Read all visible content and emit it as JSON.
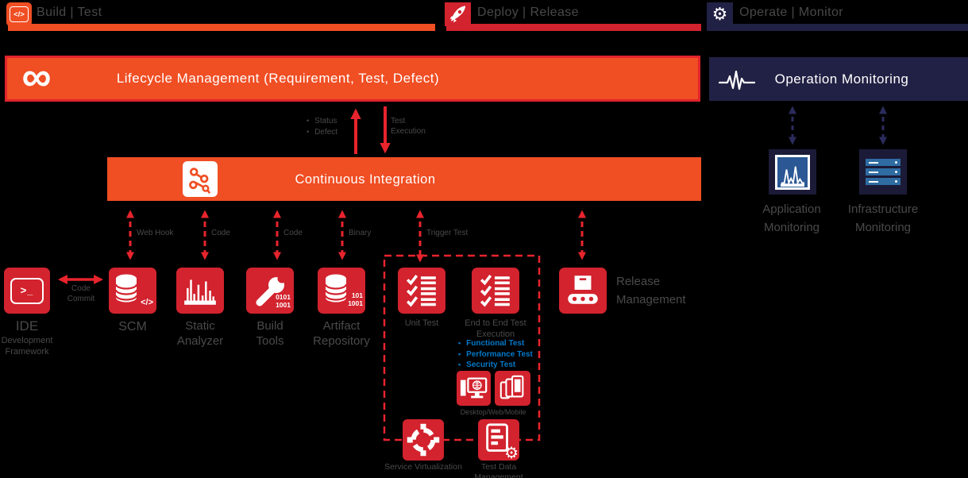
{
  "colors": {
    "orange": "#F04E23",
    "red": "#D2232E",
    "arrow_red": "#E8242D",
    "navy_bar": "#212145",
    "navy_icon": "#1B1B38",
    "monitor_blue": "#2E6CA2",
    "label_gray": "#4A4A4A",
    "blue_text": "#0078C8"
  },
  "header": {
    "build": "Build | Test",
    "deploy": "Deploy | Release",
    "operate": "Operate | Monitor"
  },
  "bars": {
    "lifecycle": "Lifecycle Management (Requirement, Test, Defect)",
    "ci": "Continuous Integration",
    "operation_monitoring": "Operation Monitoring"
  },
  "flow": {
    "status": "Status",
    "defect": "Defect",
    "test_execution": "Test Execution",
    "web_hook": "Web Hook",
    "code_scm": "Code",
    "code_build": "Code",
    "binary": "Binary",
    "trigger_test": "Trigger Test",
    "code_commit": "Code Commit"
  },
  "icons": {
    "build_code": "</>",
    "gear": "⚙",
    "infinity": "∞",
    "scm_code": "</>",
    "ide_prompt": ">_",
    "tdm_gear": "⚙"
  },
  "nodes": {
    "ide": "IDE",
    "ide_sub": "Development Framework",
    "scm": "SCM",
    "static_analyzer": "Static Analyzer",
    "build_tools": "Build Tools",
    "build_tools_binary": "0101 1001",
    "artifact_repository": "Artifact Repository",
    "artifact_binary": "101 1001",
    "unit_test": "Unit Test",
    "e2e": "End to End Test Execution",
    "test_types": [
      "Functional Test",
      "Performance Test",
      "Security Test"
    ],
    "desktop_web_mobile": "Desktop/Web/Mobile",
    "service_virtualization": "Service Virtualization",
    "test_data_management": "Test Data Management",
    "release_management": "Release Management",
    "application_monitoring": "Application Monitoring",
    "infrastructure_monitoring": "Infrastructure Monitoring"
  }
}
